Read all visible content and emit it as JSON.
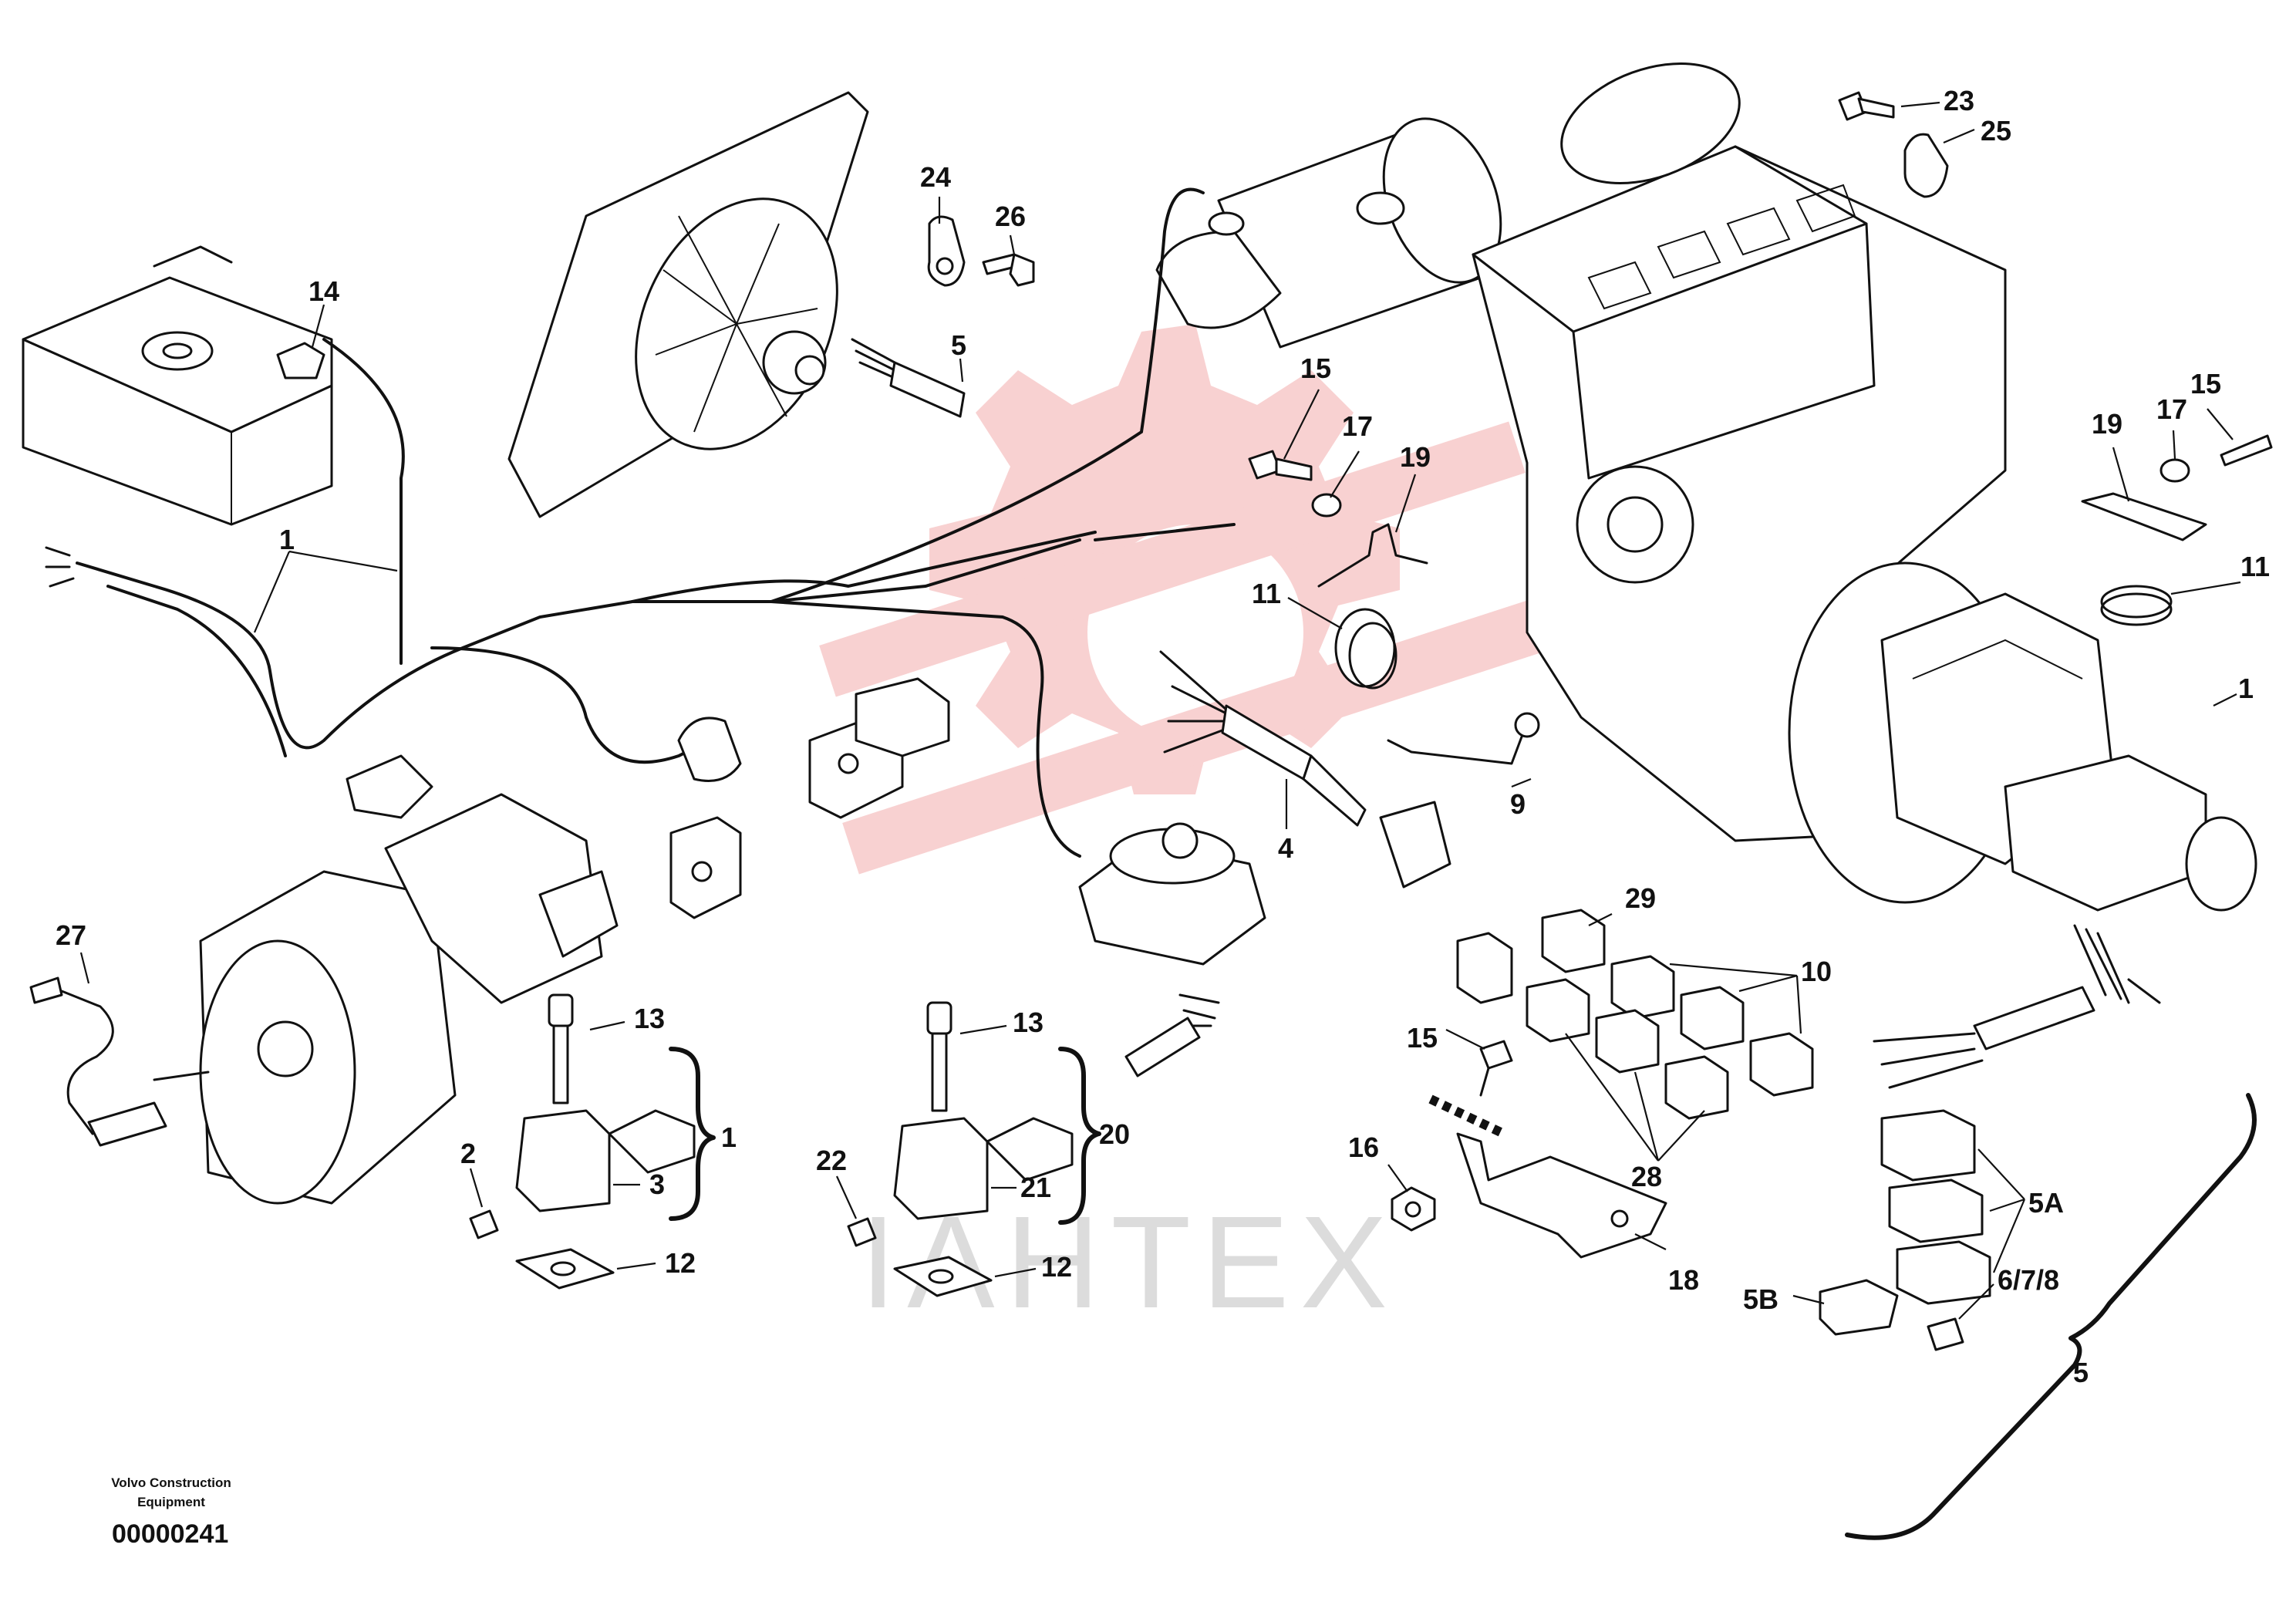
{
  "callouts": {
    "c14": "14",
    "c1_a": "1",
    "c24": "24",
    "c26": "26",
    "c5_a": "5",
    "c23": "23",
    "c25": "25",
    "c15_a": "15",
    "c17_a": "17",
    "c19_a": "19",
    "c11_a": "11",
    "c19_b": "19",
    "c17_b": "17",
    "c15_b": "15",
    "c11_b": "11",
    "c1_b": "1",
    "c9": "9",
    "c4": "4",
    "c27": "27",
    "c13_a": "13",
    "c1_c": "1",
    "c3": "3",
    "c2": "2",
    "c12_a": "12",
    "c13_b": "13",
    "c20": "20",
    "c21": "21",
    "c22": "22",
    "c12_b": "12",
    "c29": "29",
    "c10": "10",
    "c15_c": "15",
    "c16": "16",
    "c28": "28",
    "c18": "18",
    "c5A": "5A",
    "c5B": "5B",
    "c678": "6/7/8",
    "c5_b": "5"
  },
  "footer": {
    "company_line1": "Volvo Construction",
    "company_line2": "Equipment",
    "drawing_number": "00000241"
  },
  "watermark": {
    "text": "ІАНТЕХ",
    "color": "#f7c9c9"
  }
}
